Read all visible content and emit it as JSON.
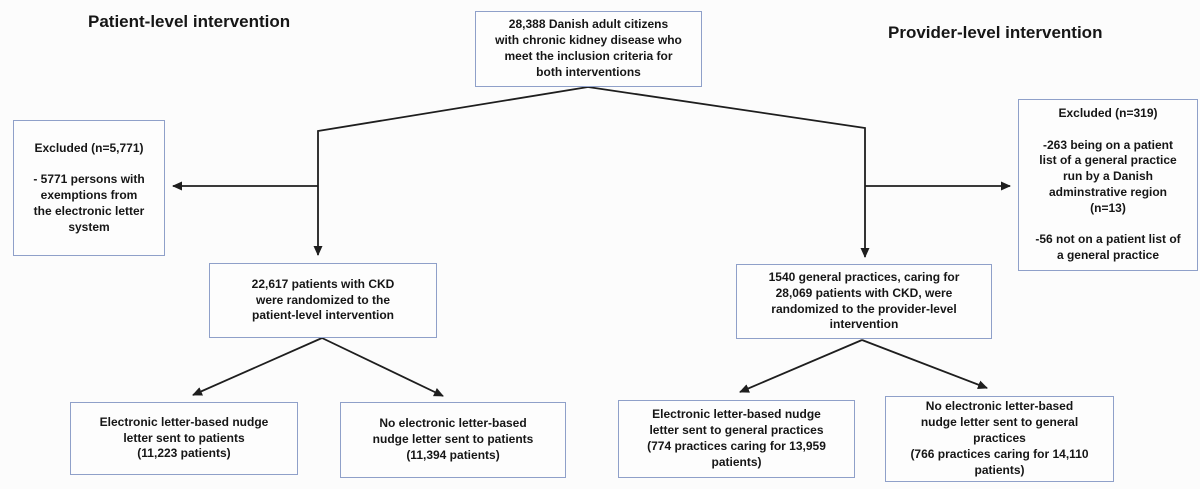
{
  "headings": {
    "patient_level": "Patient-level intervention",
    "provider_level": "Provider-level intervention"
  },
  "nodes": {
    "inclusion": "28,388 Danish adult citizens\nwith chronic kidney disease who\nmeet the inclusion criteria for\nboth interventions",
    "excluded_patient": "Excluded (n=5,771)\n\n- 5771 persons with\nexemptions from\nthe electronic letter\nsystem",
    "excluded_provider": "Excluded (n=319)\n\n-263 being on a patient\nlist of a general practice\nrun by a Danish\nadminstrative region\n(n=13)\n\n-56 not on a patient list of\na general practice",
    "randomized_patient": "22,617 patients with CKD\nwere randomized to the\npatient-level intervention",
    "randomized_provider": "1540 general practices, caring for\n28,069 patients with CKD, were\nrandomized to the provider-level\nintervention",
    "nudge_patients": "Electronic letter-based nudge\nletter sent to patients\n(11,223 patients)",
    "no_nudge_patients": "No electronic letter-based\nnudge letter sent to patients\n(11,394 patients)",
    "nudge_practices": "Electronic letter-based nudge\nletter sent to general practices\n(774 practices caring for 13,959\npatients)",
    "no_nudge_practices": "No electronic letter-based\nnudge letter sent to general\npractices\n(766 practices caring for 14,110\npatients)"
  },
  "edges": [
    {
      "from": "inclusion",
      "to": "randomized_patient"
    },
    {
      "from": "inclusion",
      "to": "randomized_provider"
    },
    {
      "from": "inclusion",
      "to": "excluded_patient"
    },
    {
      "from": "inclusion",
      "to": "excluded_provider"
    },
    {
      "from": "randomized_patient",
      "to": "nudge_patients"
    },
    {
      "from": "randomized_patient",
      "to": "no_nudge_patients"
    },
    {
      "from": "randomized_provider",
      "to": "nudge_practices"
    },
    {
      "from": "randomized_provider",
      "to": "no_nudge_practices"
    }
  ],
  "colors": {
    "background": "#fcfcfc",
    "box_fill": "#fdfdfd",
    "box_border": "#8fa0c9",
    "arrow": "#1e1e1e",
    "text": "#161616"
  }
}
